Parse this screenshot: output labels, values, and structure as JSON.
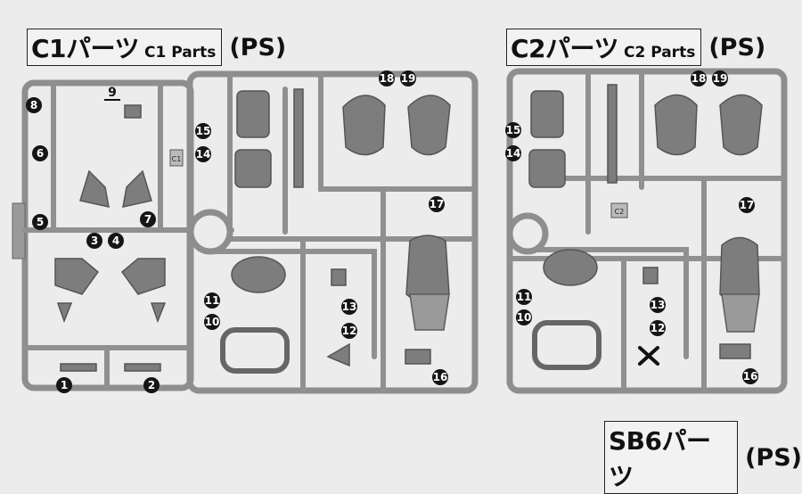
{
  "c1": {
    "title": "C1パーツ",
    "subtitle": "C1 Parts",
    "suffix": "(PS)"
  },
  "c2": {
    "title": "C2パーツ",
    "subtitle": "C2 Parts",
    "suffix": "(PS)"
  },
  "sb6": {
    "title": "SB6パーツ",
    "suffix": "(PS)"
  },
  "c1_numbers": [
    "1",
    "2",
    "3",
    "4",
    "5",
    "6",
    "7",
    "8",
    "9",
    "10",
    "11",
    "12",
    "13",
    "14",
    "15",
    "16",
    "17",
    "18",
    "19"
  ],
  "c2_numbers": [
    "10",
    "11",
    "12",
    "13",
    "14",
    "15",
    "16",
    "17",
    "18",
    "19"
  ],
  "c1_gate_tag": "C1",
  "c2_gate_tag": "C2"
}
